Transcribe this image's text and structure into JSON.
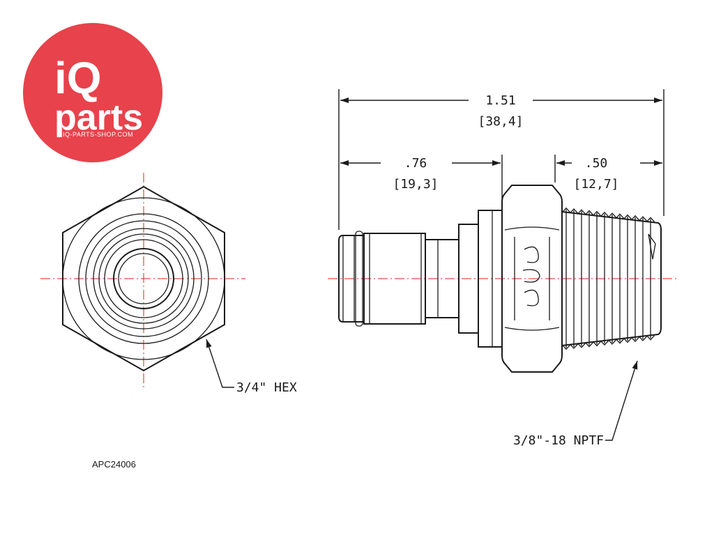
{
  "logo": {
    "brand_top": "iQ",
    "brand_bottom": "parts",
    "website": "IQ-PARTS-SHOP.COM",
    "color": "#e8424c"
  },
  "front_view": {
    "hex_callout": "3/4\" HEX"
  },
  "side_view": {
    "overall_length": "1.51",
    "overall_length_metric": "[38,4]",
    "insert_length": ".76",
    "insert_length_metric": "[19,3]",
    "thread_length": ".50",
    "thread_length_metric": "[12,7]",
    "thread_callout": "3/8\"-18 NPTF",
    "emboss_mark": "CPC"
  },
  "part_number": "APC24006",
  "colors": {
    "lines": "#1a1a1a",
    "centerline": "#e0201e"
  }
}
